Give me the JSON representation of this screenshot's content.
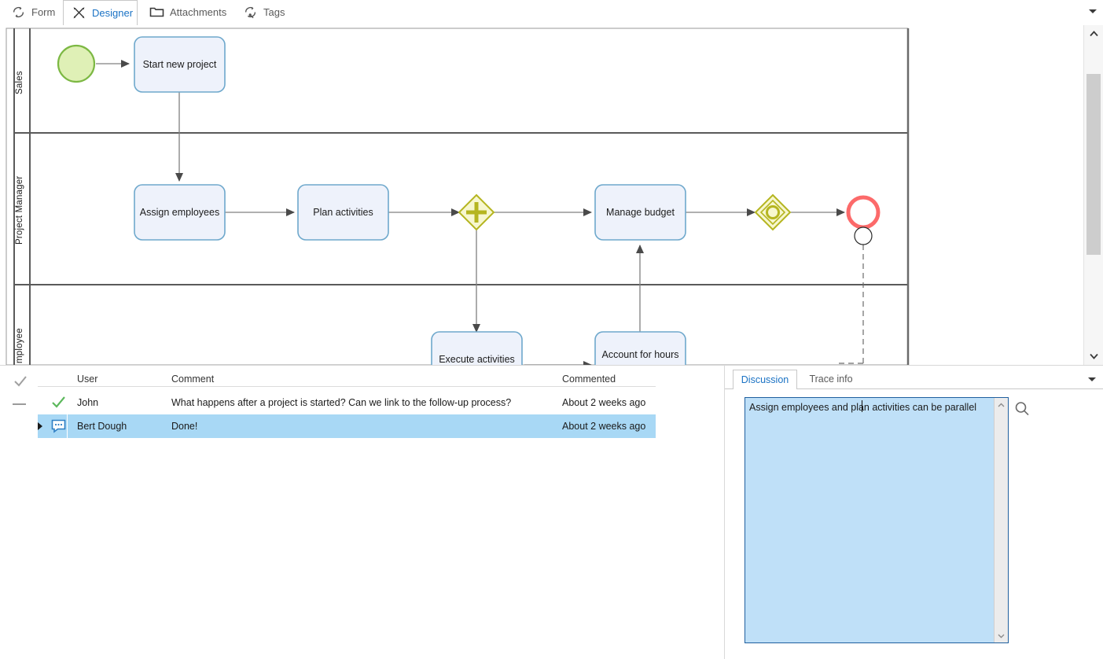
{
  "tabs": [
    {
      "label": "Form",
      "icon": "refresh-circle-icon",
      "active": false
    },
    {
      "label": "Designer",
      "icon": "designer-cross-icon",
      "active": true
    },
    {
      "label": "Attachments",
      "icon": "folder-icon",
      "active": false
    },
    {
      "label": "Tags",
      "icon": "tag-circle-icon",
      "active": false
    }
  ],
  "tabstrip": {
    "overflow_icon": "chevron-down-icon"
  },
  "diagram": {
    "type": "bpmn-pool",
    "lanes": [
      {
        "label": "Sales"
      },
      {
        "label": "Project Manager"
      },
      {
        "label": "mployee"
      }
    ],
    "nodes": [
      {
        "id": "start",
        "kind": "start-event",
        "label": ""
      },
      {
        "id": "t1",
        "kind": "task",
        "label": "Start new project"
      },
      {
        "id": "t2",
        "kind": "task",
        "label": "Assign employees"
      },
      {
        "id": "t3",
        "kind": "task",
        "label": "Plan activities"
      },
      {
        "id": "g1",
        "kind": "parallel-gateway",
        "label": ""
      },
      {
        "id": "t4",
        "kind": "task",
        "label": "Manage budget"
      },
      {
        "id": "g2",
        "kind": "event-gateway",
        "label": ""
      },
      {
        "id": "end",
        "kind": "end-event",
        "label": ""
      },
      {
        "id": "boundary",
        "kind": "boundary-event",
        "label": ""
      },
      {
        "id": "t5",
        "kind": "task",
        "label": "Execute activities"
      },
      {
        "id": "t6",
        "kind": "task",
        "label": "Account for hours"
      }
    ],
    "colors": {
      "task_fill": "#eef2fb",
      "task_stroke": "#6ea8cc",
      "start_fill": "#dff0b6",
      "start_stroke": "#7cb843",
      "gateway_fill": "#f7f7cf",
      "gateway_stroke": "#b5b520",
      "end_stroke": "#fc6a6a",
      "flow_stroke": "#808080"
    }
  },
  "canvas_scrollbar": {
    "up_arrow": "chevron-up-icon",
    "down_arrow": "chevron-down-icon"
  },
  "comments": {
    "gutter": {
      "header_icon": "check-icon",
      "filter_icon": "dash-icon"
    },
    "columns": [
      {
        "key": "user",
        "label": "User"
      },
      {
        "key": "comment",
        "label": "Comment"
      },
      {
        "key": "commented",
        "label": "Commented"
      }
    ],
    "rows": [
      {
        "icon": "check-icon",
        "user": "John",
        "comment": "What happens after a project is started? Can we link to the follow-up process?",
        "commented": "About 2 weeks ago",
        "selected": false,
        "expandable": false
      },
      {
        "icon": "comment-bubble-icon",
        "user": "Bert Dough",
        "comment": "Done!",
        "commented": "About 2 weeks ago",
        "selected": true,
        "expandable": true
      }
    ]
  },
  "discussion": {
    "tabs": [
      {
        "label": "Discussion",
        "active": true
      },
      {
        "label": "Trace info",
        "active": false
      }
    ],
    "overflow_icon": "chevron-down-icon",
    "editor": {
      "value": "Assign employees and plan activities can be parallel",
      "placeholder": "",
      "scroll_up_icon": "chevron-up-icon",
      "scroll_down_icon": "chevron-down-icon"
    },
    "search_icon": "search-icon"
  },
  "colors": {
    "accent": "#1a72c4",
    "selection": "#a8d8f5",
    "editor_bg": "#bfe0f8",
    "editor_border": "#1f5f9e"
  }
}
